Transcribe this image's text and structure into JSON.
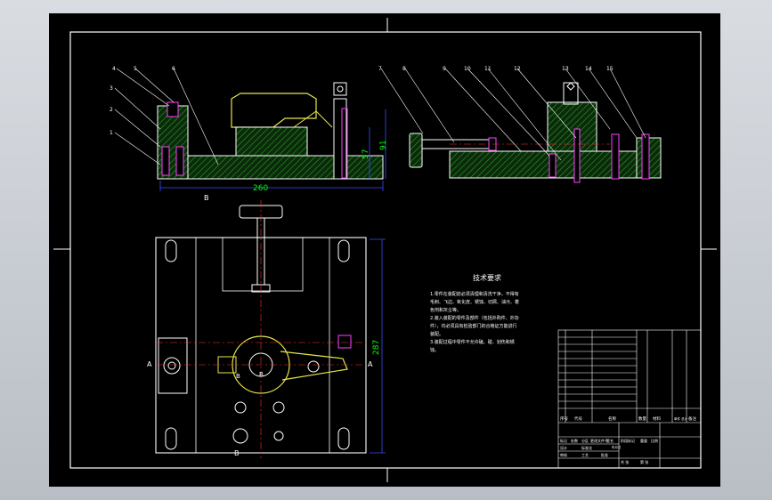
{
  "colors": {
    "background": "#000000",
    "frame_line": "#ffffff",
    "part_hatch": "#2e9b2e",
    "fixture_yellow": "#e6e64a",
    "dimension_green": "#00ff00",
    "dimension_blue": "#3b4bff",
    "centerline_red": "#ff3030",
    "bolt_magenta": "#ff40ff",
    "text_white": "#ffffff"
  },
  "front_view": {
    "balloons": [
      "4",
      "5",
      "6",
      "3",
      "2",
      "1"
    ],
    "dimensions": {
      "length": "260",
      "height_inner": "57",
      "height_outer": "91"
    },
    "section_label": "B"
  },
  "side_view": {
    "balloons": [
      "7",
      "8",
      "9",
      "10",
      "11",
      "12",
      "13",
      "14",
      "15"
    ]
  },
  "top_view": {
    "section_labels": {
      "a_left": "A",
      "a_right": "A",
      "b_top": "B",
      "b_bottom": "B",
      "b_mark1": "B",
      "b_mark2": "B"
    },
    "dimensions": {
      "width": "287"
    }
  },
  "tech_requirements": {
    "title": "技术要求",
    "lines": [
      "1.零件在装配前必须清理和清洗干净，不得有",
      "毛刺、飞边、氧化皮、锈蚀、切屑、油污、着",
      "色剂和灰尘等。",
      "2.装入装配的零件及部件（包括外购件、外协",
      "件），均必须具有检验部门的合格证方能进行",
      "装配。",
      "3.装配过程中零件不允许磕、碰、划伤和锈",
      "蚀。"
    ]
  },
  "title_block": {
    "header_cols": [
      "序号",
      "代号",
      "名称",
      "数量",
      "材料",
      "单件 总计",
      "备注"
    ],
    "sign_row": [
      "标记",
      "处数",
      "分区",
      "更改文件号",
      "签名",
      "年月日"
    ],
    "sign_row2": [
      "设计",
      "标准化",
      "阶段标记",
      "重量",
      "比例"
    ],
    "sign_row3": [
      "审核",
      "工艺",
      "批准",
      "共 张",
      "第 张"
    ]
  }
}
